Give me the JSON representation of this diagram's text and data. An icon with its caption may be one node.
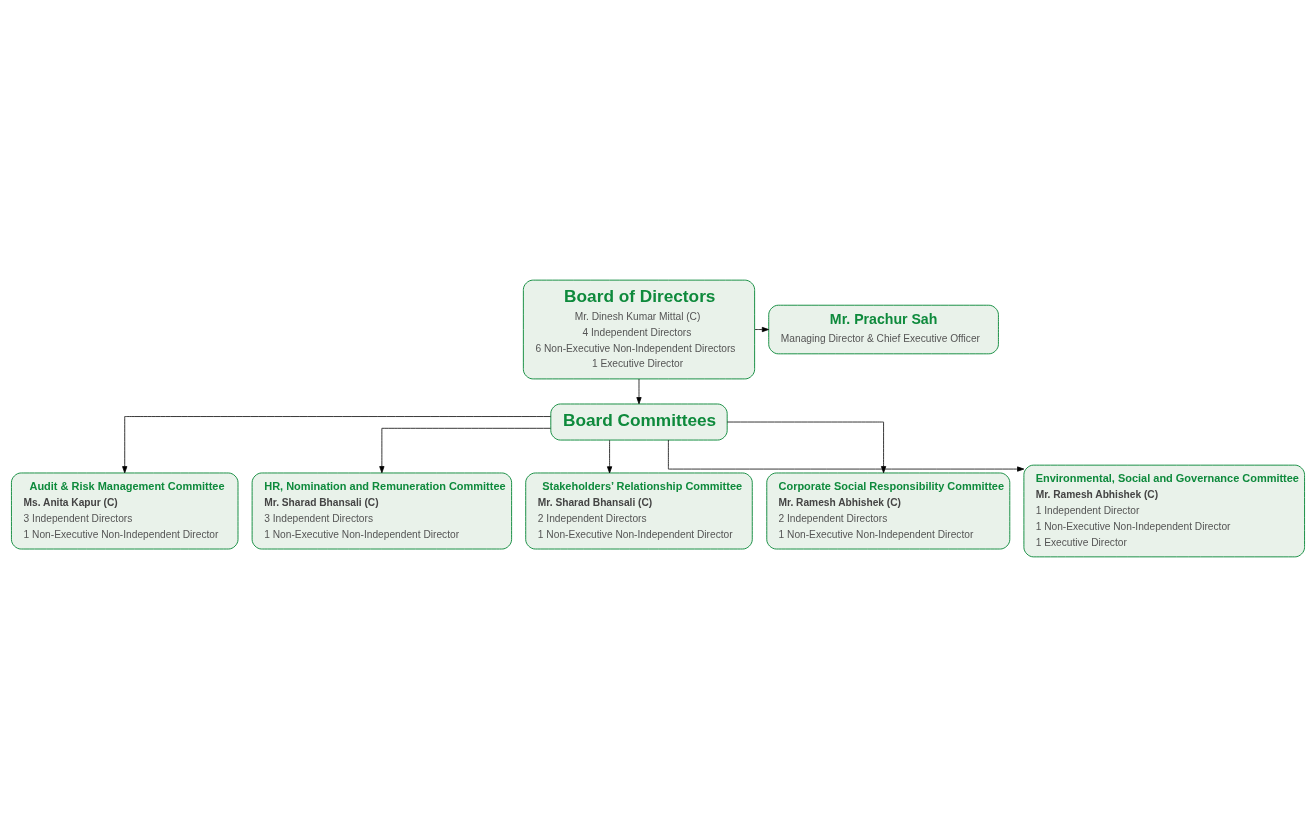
{
  "diagram": {
    "nodes": [
      {
        "text": [
          "Board of Directors",
          "Mr. Dinesh Kumar Mittal (C)",
          "4 Independent Directors",
          "6 Non-Executive Non-Independent Directors",
          "1 Executive Director"
        ]
      },
      {
        "text": [
          "Mr. Prachur Sah",
          "Managing Director & Chief Executive Officer"
        ]
      },
      {
        "text": [
          "Board Committees"
        ]
      },
      {
        "text": [
          "Audit & Risk Management Committee",
          "Ms. Anita Kapur (C)",
          "3 Independent Directors",
          "1 Non-Executive Non-Independent Director"
        ]
      },
      {
        "text": [
          "HR, Nomination and Remuneration Committee",
          "Mr. Sharad Bhansali (C)",
          "3 Independent Directors",
          "1 Non-Executive Non-Independent Director"
        ]
      },
      {
        "text": [
          "Stakeholders’ Relationship Committee",
          "Mr. Sharad Bhansali (C)",
          "2 Independent Directors",
          "1 Non-Executive Non-Independent Director"
        ]
      },
      {
        "text": [
          "Corporate Social Responsibility Committee",
          "Mr. Ramesh Abhishek (C)",
          "2 Independent Directors",
          "1 Non-Executive Non-Independent Director"
        ]
      },
      {
        "text": [
          "Environmental, Social and Governance Committee",
          "Mr. Ramesh Abhishek (C)",
          "1 Independent Director",
          "1 Non-Executive Non-Independent Director",
          "1 Executive Director"
        ]
      }
    ],
    "edges": [
      {
        "from": 0,
        "to": 1,
        "arrow": "to"
      },
      {
        "from": 0,
        "to": 2,
        "arrow": "to"
      },
      {
        "from": 2,
        "to": 3,
        "arrow": "to"
      },
      {
        "from": 2,
        "to": 4,
        "arrow": "to"
      },
      {
        "from": 2,
        "to": 5,
        "arrow": "to"
      },
      {
        "from": 2,
        "to": 6,
        "arrow": "to"
      },
      {
        "from": 2,
        "to": 7,
        "arrow": "to"
      }
    ]
  }
}
